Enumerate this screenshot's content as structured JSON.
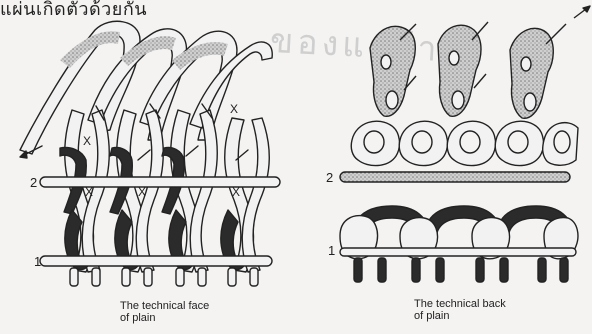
{
  "header": {
    "text": "แผ่นเกิดตัวด้วยกัน"
  },
  "watermark": {
    "text": "ของแกล้าฯ"
  },
  "figures": [
    {
      "id": "face",
      "caption_line1": "The technical face",
      "caption_line2": "of plain",
      "row_labels": [
        "2",
        "1"
      ],
      "mark_symbol": "X"
    },
    {
      "id": "back",
      "caption_line1": "The technical back",
      "caption_line2": "of plain",
      "row_labels": [
        "2",
        "1"
      ]
    }
  ],
  "colors": {
    "yarn_light": "#f2f2f2",
    "yarn_dark": "#2b2b2b",
    "yarn_shade": "#9a9a9a",
    "ink": "#222222"
  }
}
